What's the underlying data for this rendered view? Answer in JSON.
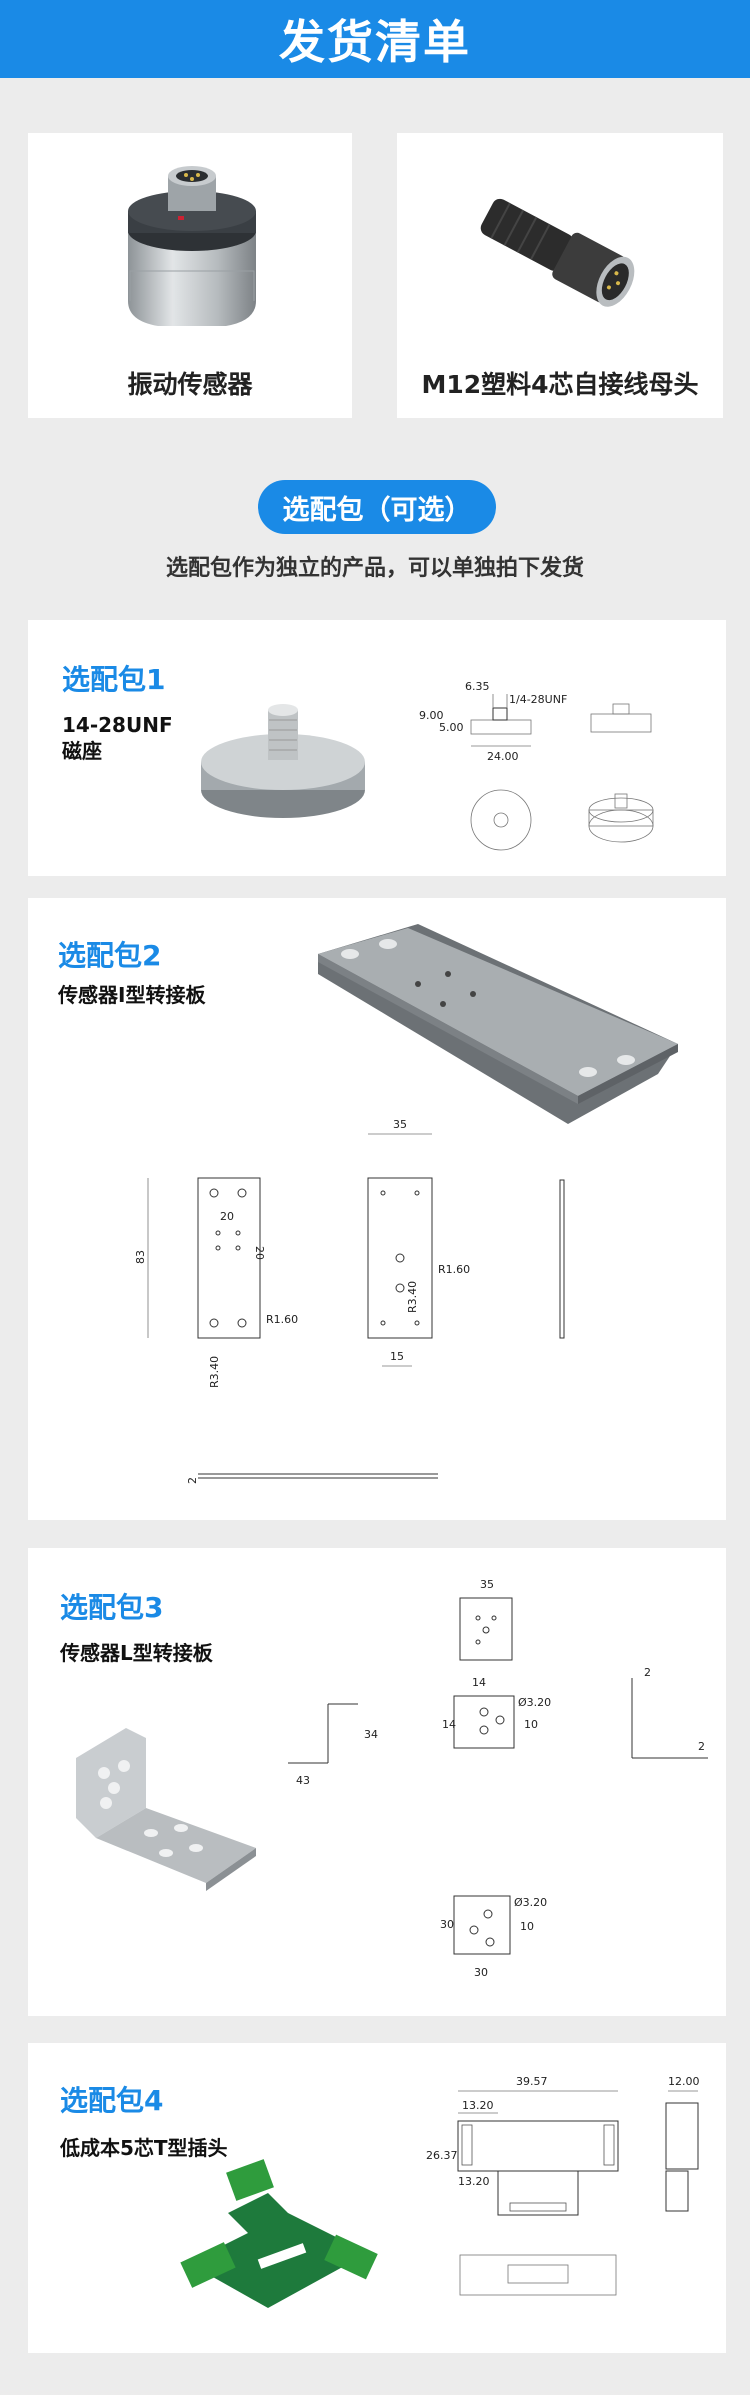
{
  "header": {
    "title": "发货清单"
  },
  "shipping_items": [
    {
      "caption": "振动传感器"
    },
    {
      "caption": "M12塑料4芯自接线母头"
    }
  ],
  "optional": {
    "pill": "选配包（可选）",
    "note": "选配包作为独立的产品，可以单独拍下发货"
  },
  "packs": [
    {
      "title": "选配包1",
      "subtitle_lines": [
        "14-28UNF",
        "磁座"
      ],
      "dims": {
        "d1": "6.35",
        "d2": "1/4-28UNF",
        "d3": "9.00",
        "d4": "5.00",
        "d5": "24.00"
      }
    },
    {
      "title": "选配包2",
      "subtitle": "传感器I型转接板",
      "dims": {
        "w": "35",
        "h": "83",
        "s1": "20",
        "s2": "20",
        "r1": "R1.60",
        "r2": "R3.40",
        "r3": "R1.60",
        "r4": "R3.40",
        "b": "15",
        "t": "2"
      }
    },
    {
      "title": "选配包3",
      "subtitle": "传感器L型转接板",
      "dims": {
        "w": "35",
        "a": "14",
        "b": "14",
        "c": "43",
        "d": "34",
        "e": "30",
        "f": "30",
        "r1": "Ø3.20",
        "r2": "Ø3.20",
        "t1": "2",
        "t2": "2",
        "s1": "10",
        "s2": "10"
      }
    },
    {
      "title": "选配包4",
      "subtitle": "低成本5芯T型插头",
      "dims": {
        "w": "39.57",
        "a": "13.20",
        "h": "26.37",
        "b": "13.20",
        "d": "12.00"
      }
    }
  ]
}
